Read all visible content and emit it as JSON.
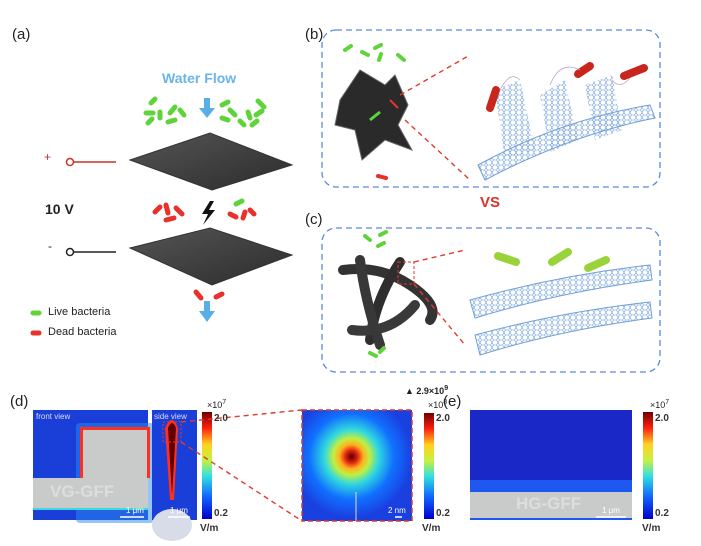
{
  "panel_labels": {
    "a": "(a)",
    "b": "(b)",
    "c": "(c)",
    "d": "(d)",
    "e": "(e)"
  },
  "panel_a": {
    "water_flow": "Water Flow",
    "plus": "+",
    "minus": "-",
    "voltage": "10 V",
    "legend": [
      {
        "label": "Live bacteria",
        "color": "#5fd33a"
      },
      {
        "label": "Dead bacteria",
        "color": "#e8312a"
      }
    ]
  },
  "vs_label": "VS",
  "panel_d": {
    "front_view": "front view",
    "side_view": "side view",
    "material": "VG-GFF",
    "scale_1um": "1 μm",
    "scale_2nm": "2 nm",
    "colorbar1": {
      "multiplier": "×10",
      "exp": "7",
      "max": "2.0",
      "min": "0.2",
      "unit": "V/m"
    },
    "colorbar2": {
      "peak": "▲ 2.9×10",
      "peak_exp": "9",
      "multiplier": "×10",
      "exp": "8",
      "max": "2.0",
      "min": "0.2",
      "unit": "V/m"
    }
  },
  "panel_e": {
    "material": "HG-GFF",
    "scale_1um": "1 μm",
    "colorbar": {
      "multiplier": "×10",
      "exp": "7",
      "max": "2.0",
      "min": "0.2",
      "unit": "V/m"
    }
  }
}
